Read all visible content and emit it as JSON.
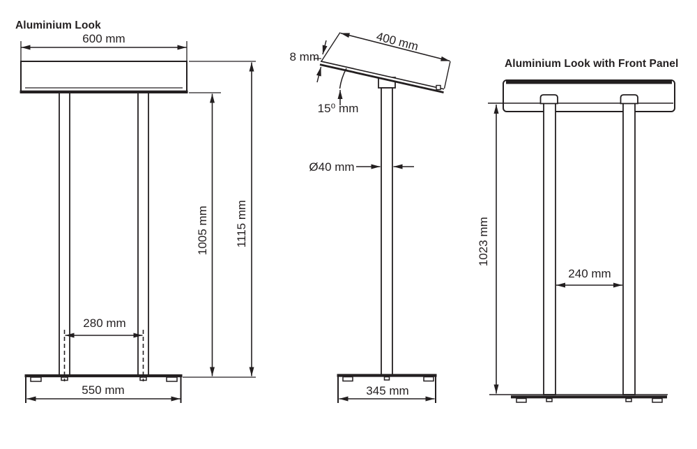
{
  "drawing": {
    "front": {
      "title": "Aluminium Look",
      "dims": {
        "top_width": "600 mm",
        "leg_gap": "280 mm",
        "base_width": "550 mm",
        "body_height": "1005 mm",
        "total_height": "1115 mm"
      }
    },
    "side": {
      "dims": {
        "top_thickness": "8 mm",
        "top_depth": "400 mm",
        "tilt_angle": "15⁰ mm",
        "pole_diameter": "Ø40 mm",
        "base_depth": "345 mm"
      }
    },
    "front_panel": {
      "title": "Aluminium Look with Front Panel",
      "dims": {
        "pole_gap": "240 mm",
        "height": "1023 mm"
      }
    },
    "colors": {
      "line": "#231f20",
      "background": "#ffffff"
    }
  }
}
